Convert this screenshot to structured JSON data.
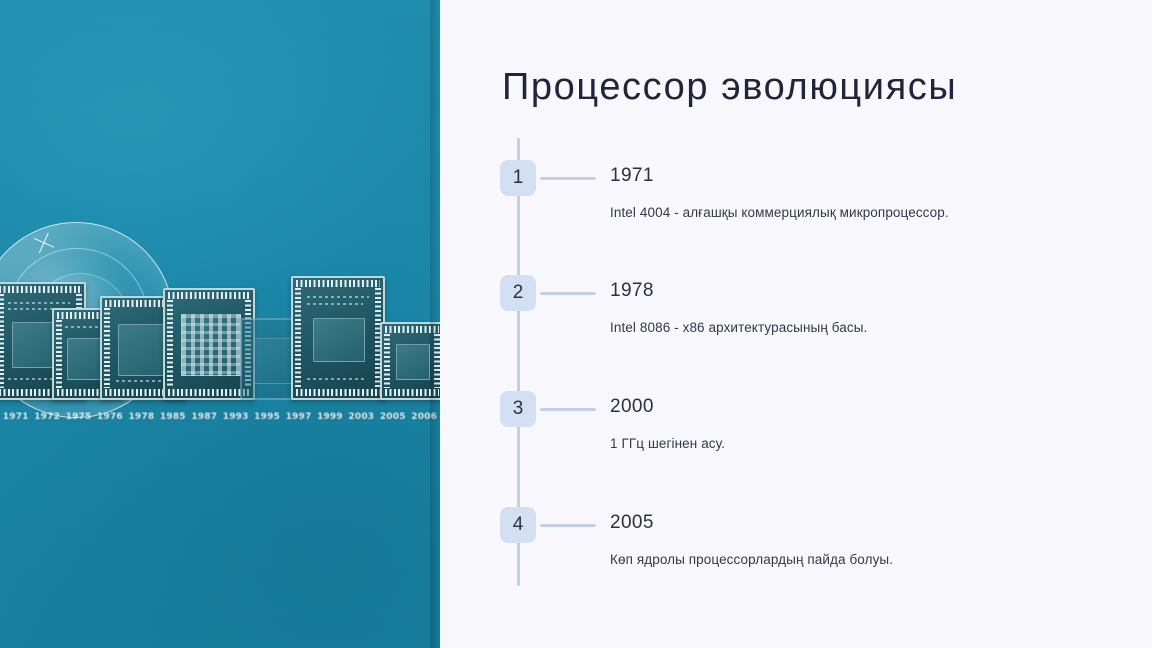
{
  "slide": {
    "title": "Процессор эволюциясы",
    "background_color": "#F7F7FC",
    "accent_color": "#D3DFF2",
    "line_color": "#C3CFE3",
    "text_color": "#23233A"
  },
  "image_panel": {
    "alt": "cpu-chips-row-photo",
    "background_color": "#1B87A8",
    "decorations": [
      "bubble-sphere",
      "sparkle",
      "processor-chip-row"
    ],
    "chip_captions": [
      "1971",
      "1972",
      "1975",
      "1976",
      "1978",
      "1985",
      "1987",
      "1993",
      "1995",
      "1997",
      "1999",
      "2003",
      "2005",
      "2006"
    ]
  },
  "timeline": {
    "items": [
      {
        "number": "1",
        "year": "1971",
        "description": "Intel 4004 - алғашқы коммерциялық микропроцессор."
      },
      {
        "number": "2",
        "year": "1978",
        "description": "Intel 8086 - x86 архитектурасының басы."
      },
      {
        "number": "3",
        "year": "2000",
        "description": "1 ГГц шегінен асу."
      },
      {
        "number": "4",
        "year": "2005",
        "description": "Көп ядролы процессорлардың пайда болуы."
      }
    ]
  }
}
